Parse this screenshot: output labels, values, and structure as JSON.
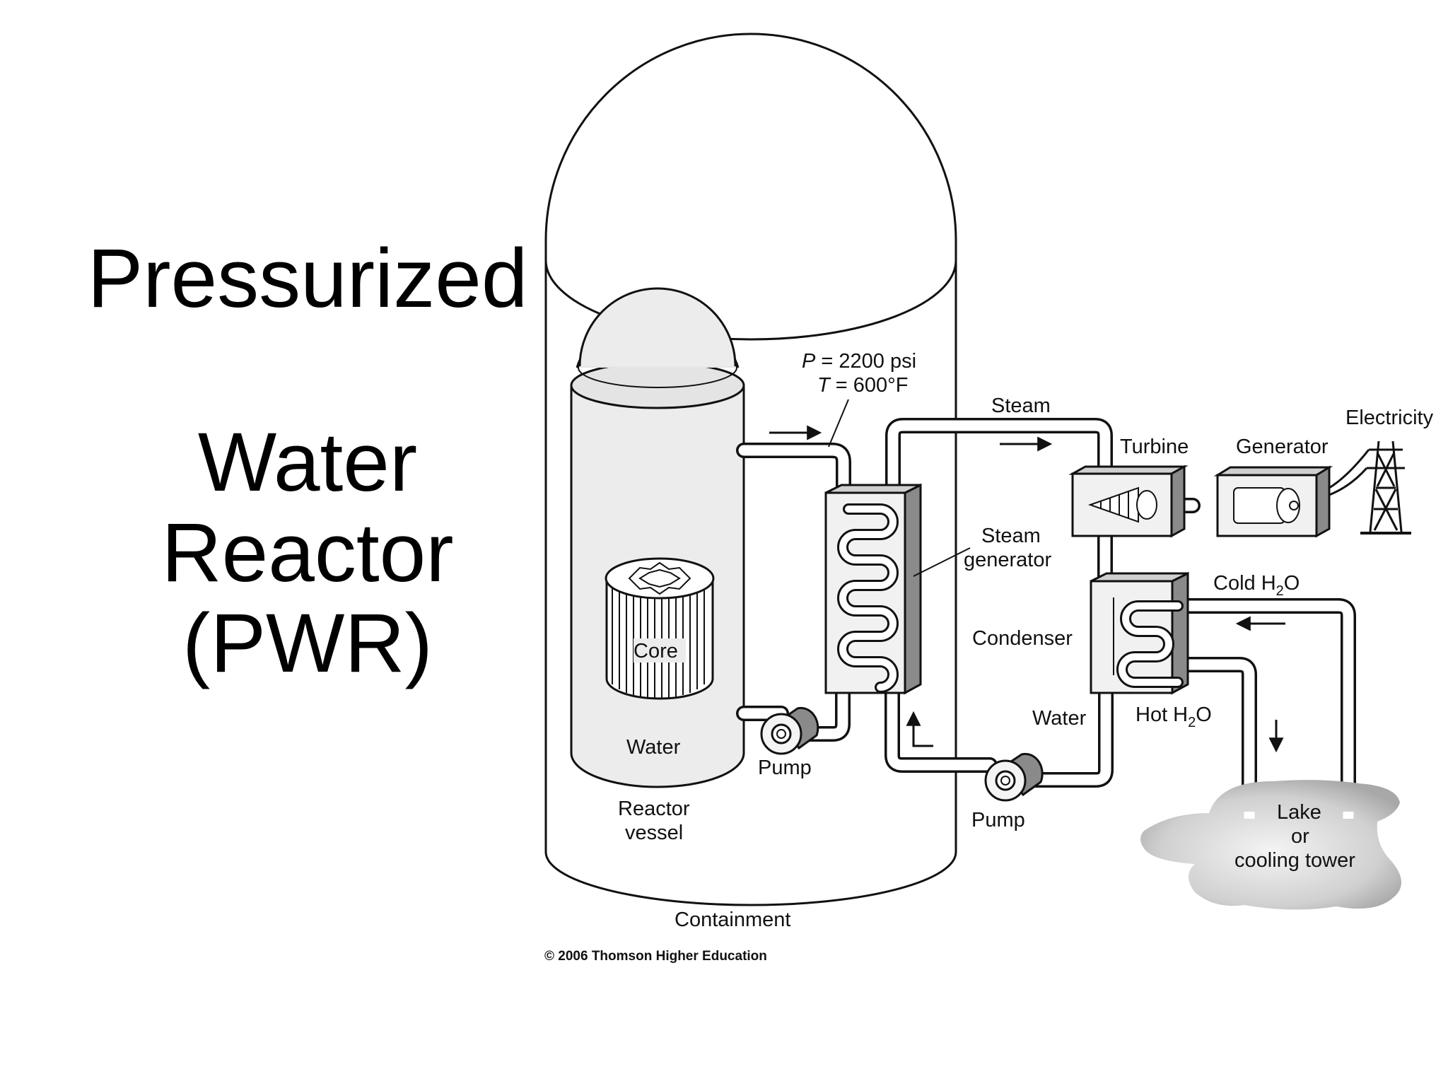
{
  "title": {
    "line1": "Pressurized",
    "line2": "Water",
    "line3": "Reactor",
    "line4": "(PWR)"
  },
  "diagram": {
    "pressure_prefix": "P",
    "pressure_suffix": " = 2200 psi",
    "temperature_prefix": "T",
    "temperature_suffix": " = 600°F",
    "steam": "Steam",
    "turbine": "Turbine",
    "generator": "Generator",
    "electricity": "Electricity",
    "steam_generator_line1": "Steam",
    "steam_generator_line2": "generator",
    "cold_h2o_a": "Cold H",
    "cold_h2o_sub": "2",
    "cold_h2o_b": "O",
    "condenser": "Condenser",
    "water_secondary": "Water",
    "hot_h2o_a": "Hot H",
    "hot_h2o_sub": "2",
    "hot_h2o_b": "O",
    "core": "Core",
    "water_reactor": "Water",
    "pump_primary": "Pump",
    "pump_secondary": "Pump",
    "reactor_vessel_line1": "Reactor",
    "reactor_vessel_line2": "vessel",
    "lake_line1": "Lake",
    "lake_line2": "or",
    "lake_line3": "cooling tower",
    "containment": "Containment",
    "copyright": "© 2006 Thomson Higher Education"
  },
  "colors": {
    "background": "#ffffff",
    "ink": "#111111",
    "vessel_fill": "#ececec",
    "equipment_shade": "#8a8a8a",
    "lake_fill": "#d6d6d6"
  }
}
